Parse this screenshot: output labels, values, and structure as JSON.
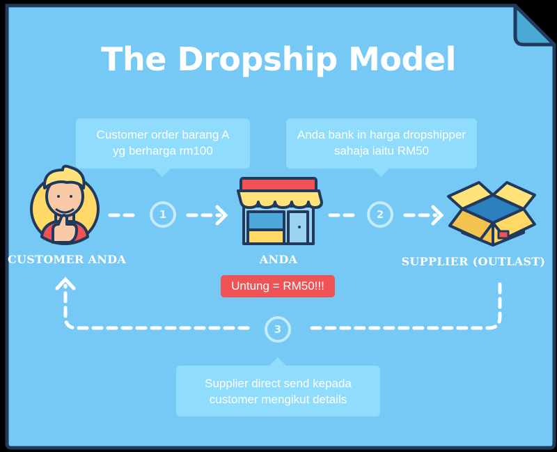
{
  "title": "The Dropship Model",
  "bubbles": {
    "customer_order": [
      "Customer order barang A",
      "yg berharga rm100"
    ],
    "bank_in": [
      "Anda bank in harga dropshipper",
      "sahaja iaitu RM50"
    ],
    "supplier_send": [
      "Supplier direct send kepada",
      "customer mengikut details"
    ]
  },
  "nodes": {
    "customer": "CUSTOMER ANDA",
    "anda": "ANDA",
    "supplier": "SUPPLIER (OUTLAST)"
  },
  "profit": "Untung = RM50!!!",
  "steps": [
    "1",
    "2",
    "3"
  ],
  "colors": {
    "background": "#76c8f5",
    "outline": "#1f3a5c",
    "bubble": "#8fdcfc",
    "profit": "#f05355",
    "connector": "#ffffff"
  },
  "icons": {
    "customer": "thumbs-up-man-icon",
    "anda": "shop-icon",
    "supplier": "open-box-icon"
  }
}
